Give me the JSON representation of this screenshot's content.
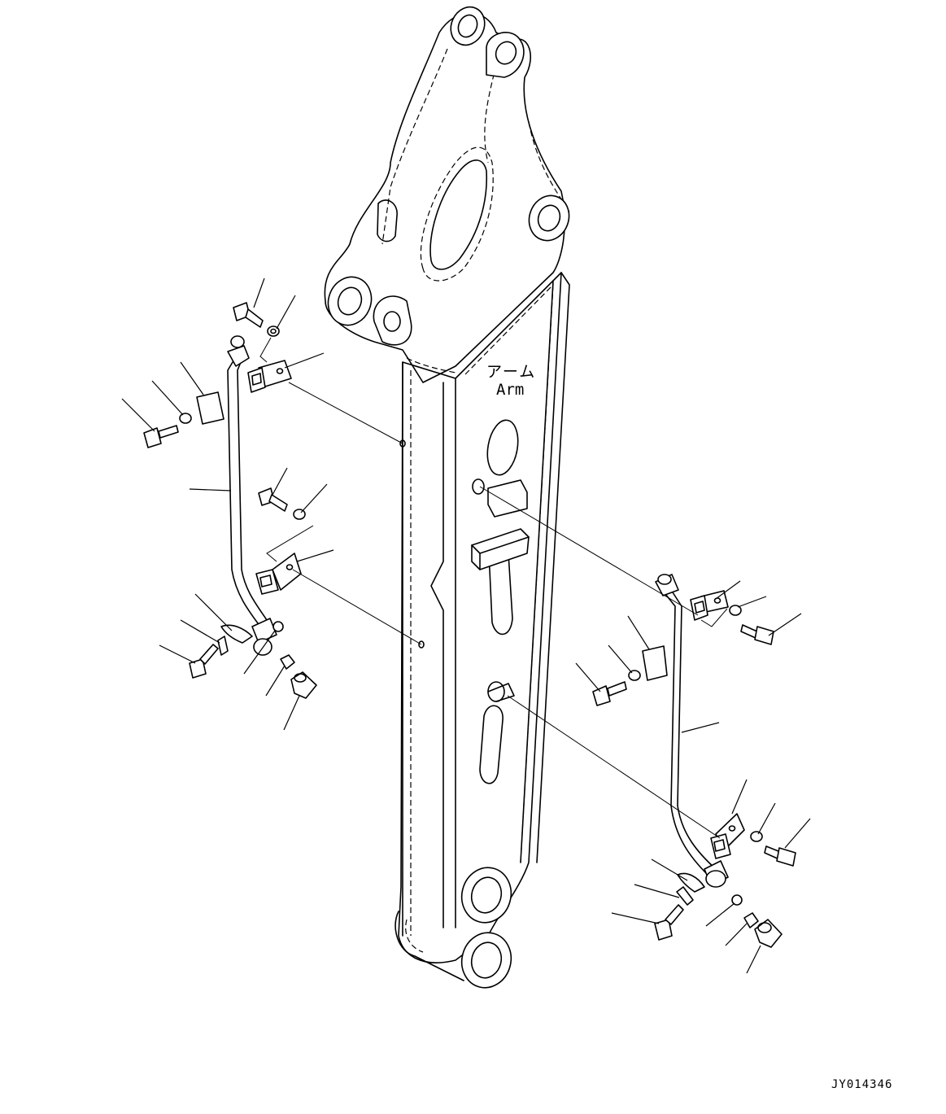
{
  "diagram": {
    "arm_label_jp": "アーム",
    "arm_label_en": "Arm",
    "drawing_code": "JY014346"
  }
}
